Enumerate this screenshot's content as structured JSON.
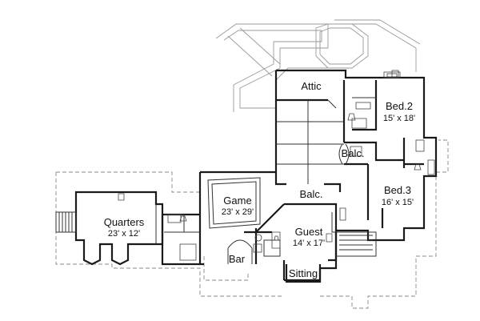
{
  "rooms": {
    "attic": {
      "label": "Attic"
    },
    "bed2": {
      "label": "Bed.2",
      "dims": "15' x 18'"
    },
    "balc1": {
      "label": "Balc."
    },
    "bed3": {
      "label": "Bed.3",
      "dims": "16' x 15'"
    },
    "game": {
      "label": "Game",
      "dims": "23' x 29'"
    },
    "balc2": {
      "label": "Balc."
    },
    "guest": {
      "label": "Guest",
      "dims": "14' x 17'"
    },
    "quarters": {
      "label": "Quarters",
      "dims": "23' x 12'"
    },
    "bar": {
      "label": "Bar"
    },
    "sitting": {
      "label": "Sitting"
    }
  }
}
